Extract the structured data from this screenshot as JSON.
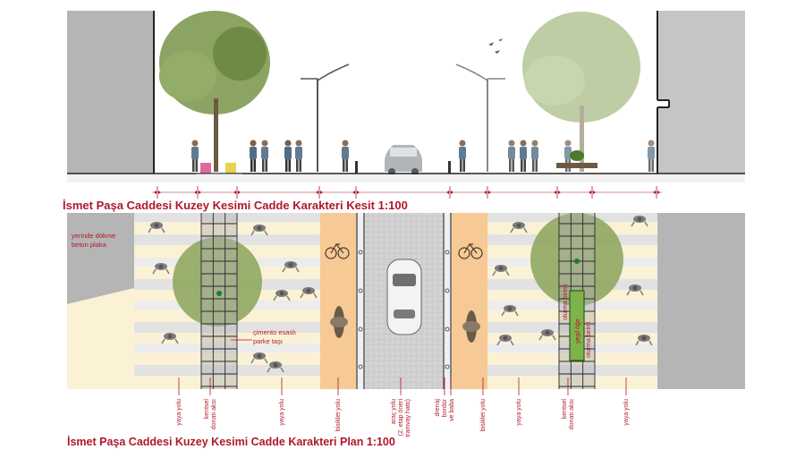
{
  "section_title": "İsmet Paşa Caddesi Kuzey Kesimi Cadde Karakteri  Kesit  1:100",
  "plan_title": "İsmet Paşa Caddesi Kuzey Kesimi Cadde Karakteri  Plan 1:100",
  "notes": {
    "slab": [
      "yerinde dökme",
      "beton plaka"
    ],
    "paving": [
      "çimento esaslı",
      "parke taşı"
    ],
    "bench_top": "oturma birimi",
    "planter": "yeşil öğe",
    "bench_bottom": "oturma birimi"
  },
  "bottom_labels": [
    {
      "id": "yaya-1",
      "lines": [
        "yaya yolu"
      ]
    },
    {
      "id": "kentsel-1",
      "lines": [
        "kentsel",
        "donatı aksı"
      ]
    },
    {
      "id": "yaya-2",
      "lines": [
        "yaya yolu"
      ]
    },
    {
      "id": "bisiklet-1",
      "lines": [
        "bisiklet yolu"
      ]
    },
    {
      "id": "arac",
      "lines": [
        "araç yolu",
        "(2. etap öneri",
        "tramvay hattı)"
      ]
    },
    {
      "id": "drenaj",
      "lines": [
        "drenaj",
        "bordür",
        "ve baba"
      ]
    },
    {
      "id": "bisiklet-2",
      "lines": [
        "bisiklet yolu"
      ]
    },
    {
      "id": "yaya-3",
      "lines": [
        "yaya yolu"
      ]
    },
    {
      "id": "kentsel-2",
      "lines": [
        "kentsel",
        "donatı aksı"
      ]
    },
    {
      "id": "yaya-4",
      "lines": [
        "yaya yolu"
      ]
    }
  ],
  "colors": {
    "accent": "#b0182a",
    "building": "#b5b5b5",
    "bike_lane": "#f6c995",
    "pedestrian": "#fbf2d6",
    "road": "#d2d2d2",
    "tree_canopy": "#8aa55a"
  }
}
